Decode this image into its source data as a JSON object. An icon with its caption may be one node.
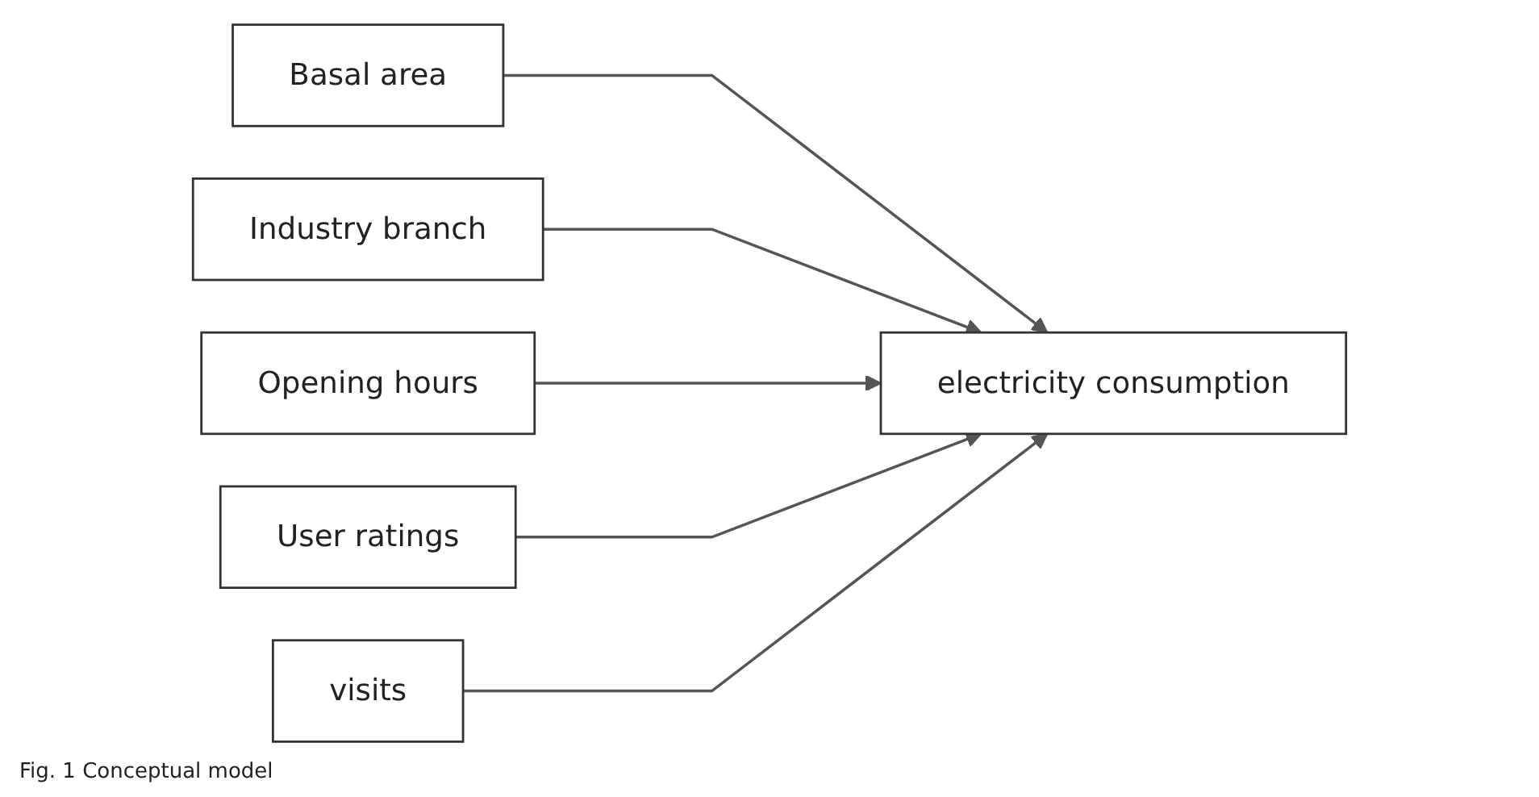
{
  "diagram": {
    "caption": "Fig. 1 Conceptual model",
    "nodes": [
      {
        "text": [
          "Basal area"
        ]
      },
      {
        "text": [
          "Industry branch"
        ]
      },
      {
        "text": [
          "Opening hours"
        ]
      },
      {
        "text": [
          "User ratings"
        ]
      },
      {
        "text": [
          "visits"
        ]
      },
      {
        "text": [
          "electricity consumption"
        ]
      }
    ],
    "edges": [
      {
        "from": 0,
        "to": 5,
        "arrow": "to"
      },
      {
        "from": 1,
        "to": 5,
        "arrow": "to"
      },
      {
        "from": 2,
        "to": 5,
        "arrow": "to"
      },
      {
        "from": 3,
        "to": 5,
        "arrow": "to"
      },
      {
        "from": 4,
        "to": 5,
        "arrow": "to"
      }
    ]
  }
}
